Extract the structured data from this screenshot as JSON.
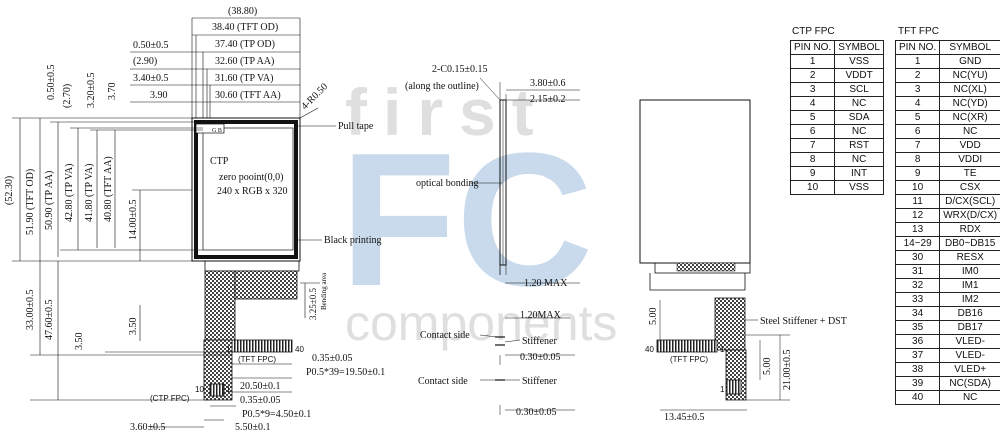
{
  "watermark": {
    "word1": "first",
    "word2": "FC",
    "word3": "components"
  },
  "front_view": {
    "top_dims": [
      "(38.80)",
      "38.40 (TFT OD)",
      "37.40 (TP OD)",
      "32.60 (TP AA)",
      "31.60 (TP VA)",
      "30.60 (TFT AA)"
    ],
    "left_top_dims": [
      "0.50±0.5",
      "(2.90)",
      "3.40±0.5",
      "3.90"
    ],
    "small_vertical_dims": [
      "0.50±0.5",
      "(2.70)",
      "3.20±0.5",
      "3.70"
    ],
    "vertical_dims": [
      "(52.30)",
      "51.90 (TFT OD)",
      "50.90 (TP AA)",
      "42.80 (TP VA)",
      "41.80 (TP VA)",
      "40.80 (TFT AA)",
      "14.00±0.5"
    ],
    "lower_vertical_dims": [
      "33.00±0.5",
      "47.60±0.5",
      "3.50",
      "3.50"
    ],
    "labels": {
      "radius": "4-R0.50",
      "pull_tape": "Pull tape",
      "ctp": "CTP",
      "zero_point": "zero pooint(0,0)",
      "resolution": "240 x RGB x 320",
      "black_printing": "Black printing",
      "bending_dim": "3.25±0.5",
      "bending_area": "Bending area",
      "tft_fpc": "(TFT FPC)",
      "ctp_fpc": "(CTP FPC)",
      "pin_40": "40",
      "pin_1": "1",
      "pin_10": "10",
      "pin_1b": "1",
      "mark_gb": "G B"
    },
    "bottom_dims": [
      "0.35±0.05",
      "P0.5*39=19.50±0.1",
      "20.50±0.1",
      "0.35±0.05",
      "P0.5*9=4.50±0.1",
      "3.60±0.5",
      "5.50±0.1"
    ]
  },
  "side_view": {
    "chamfer": "2-C0.15±0.15",
    "chamfer_note": "(along the outline)",
    "thickness1": "3.80±0.6",
    "thickness2": "2.15±0.2",
    "optical_bonding": "optical bonding",
    "max1": "1.20 MAX",
    "max2": "1.20MAX",
    "contact_side1": "Contact side",
    "stiffener1": "Stiffener",
    "dim1": "0.30±0.05",
    "contact_side2": "Contact side",
    "stiffener2": "Stiffener",
    "dim2": "0.30±0.05"
  },
  "back_view": {
    "steel": "Steel Stiffener + DST",
    "tft_fpc": "(TFT FPC)",
    "pin_40": "40",
    "pin_1a": "1",
    "pin_1b": "1",
    "dim_500a": "5.00",
    "dim_500b": "5.00",
    "dim_21": "21.00±0.5",
    "dim_1345": "13.45±0.5"
  },
  "ctp_table": {
    "title": "CTP FPC",
    "headers": [
      "PIN NO.",
      "SYMBOL"
    ],
    "rows": [
      [
        "1",
        "VSS"
      ],
      [
        "2",
        "VDDT"
      ],
      [
        "3",
        "SCL"
      ],
      [
        "4",
        "NC"
      ],
      [
        "5",
        "SDA"
      ],
      [
        "6",
        "NC"
      ],
      [
        "7",
        "RST"
      ],
      [
        "8",
        "NC"
      ],
      [
        "9",
        "INT"
      ],
      [
        "10",
        "VSS"
      ]
    ]
  },
  "tft_table": {
    "title": "TFT FPC",
    "headers": [
      "PIN NO.",
      "SYMBOL"
    ],
    "rows": [
      [
        "1",
        "GND"
      ],
      [
        "2",
        "NC(YU)"
      ],
      [
        "3",
        "NC(XL)"
      ],
      [
        "4",
        "NC(YD)"
      ],
      [
        "5",
        "NC(XR)"
      ],
      [
        "6",
        "NC"
      ],
      [
        "7",
        "VDD"
      ],
      [
        "8",
        "VDDI"
      ],
      [
        "9",
        "TE"
      ],
      [
        "10",
        "CSX"
      ],
      [
        "11",
        "D/CX(SCL)"
      ],
      [
        "12",
        "WRX(D/CX)"
      ],
      [
        "13",
        "RDX"
      ],
      [
        "14~29",
        "DB0~DB15"
      ],
      [
        "30",
        "RESX"
      ],
      [
        "31",
        "IM0"
      ],
      [
        "32",
        "IM1"
      ],
      [
        "33",
        "IM2"
      ],
      [
        "34",
        "DB16"
      ],
      [
        "35",
        "DB17"
      ],
      [
        "36",
        "VLED-"
      ],
      [
        "37",
        "VLED-"
      ],
      [
        "38",
        "VLED+"
      ],
      [
        "39",
        "NC(SDA)"
      ],
      [
        "40",
        "NC"
      ]
    ]
  }
}
